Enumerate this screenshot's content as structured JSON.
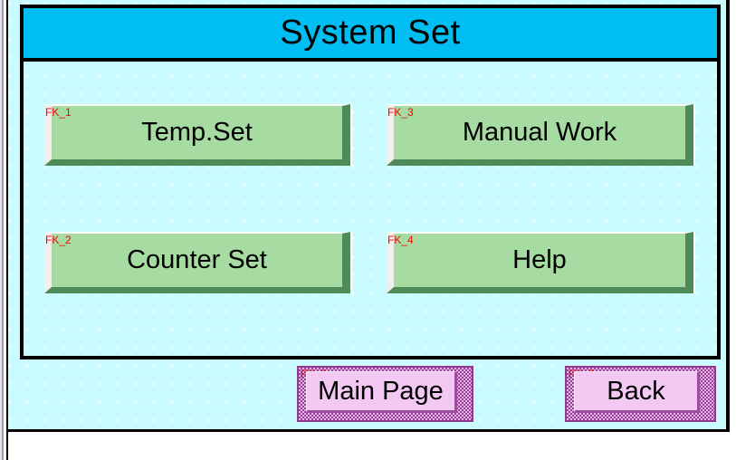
{
  "screen": {
    "title": "System Set"
  },
  "function_buttons": [
    {
      "tag": "FK_1",
      "label": "Temp.Set"
    },
    {
      "tag": "FK_3",
      "label": "Manual Work"
    },
    {
      "tag": "FK_2",
      "label": "Counter Set"
    },
    {
      "tag": "FK_4",
      "label": "Help"
    }
  ],
  "nav_buttons": [
    {
      "tag": "FK_5",
      "label": "Main Page"
    },
    {
      "tag": "FK_0",
      "label": "Back"
    }
  ],
  "colors": {
    "title_bar": "#00BDF2",
    "canvas_background": "#C9FBFF",
    "button_green_fill": "#A6DCA2",
    "button_green_shadow": "#4F8B58",
    "button_pink_fill": "#F3C9F4",
    "button_pink_border": "#8F3A8F",
    "function_key_tag": "#FF0000"
  }
}
